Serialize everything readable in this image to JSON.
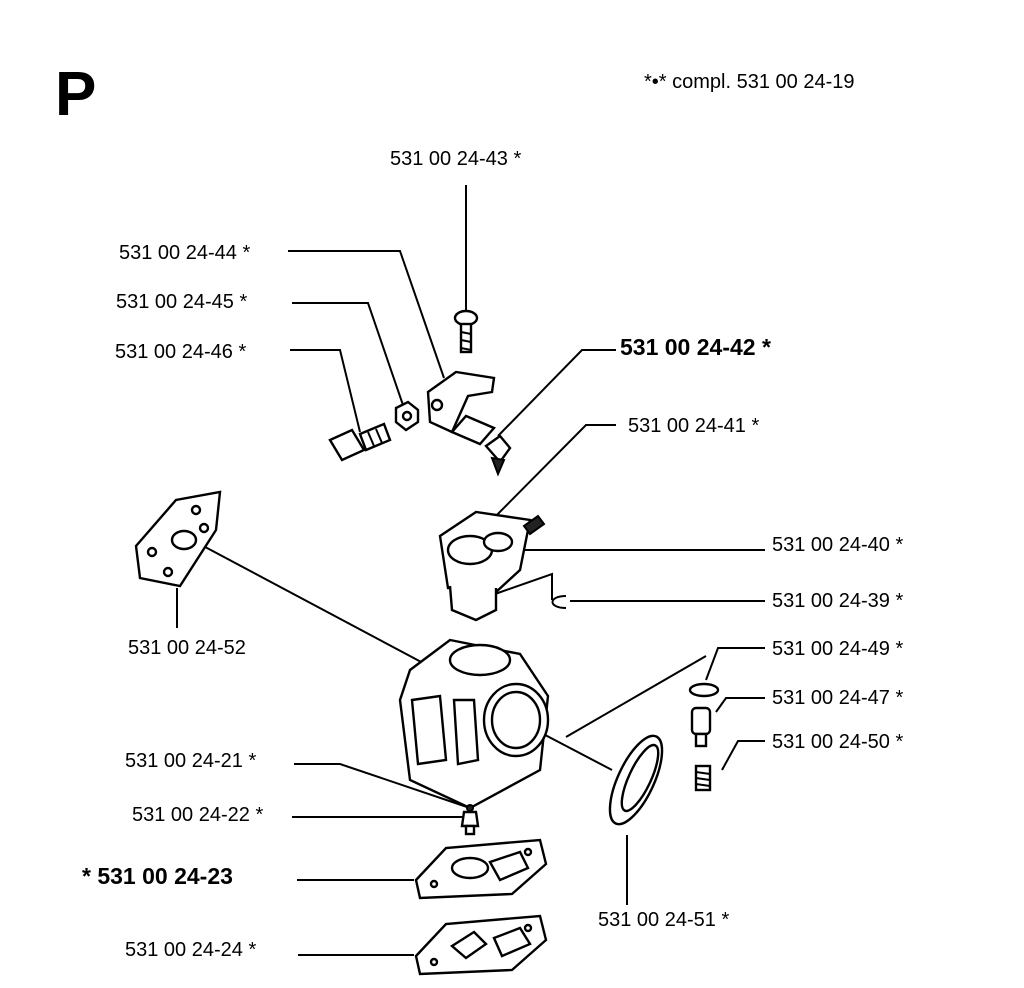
{
  "section_letter": "P",
  "legend": "*•* compl. 531 00 24-19",
  "parts": {
    "p43": "531 00 24-43 *",
    "p44": "531 00 24-44 *",
    "p45": "531 00 24-45 *",
    "p46": "531 00 24-46 *",
    "p42": "531 00 24-42 *",
    "p41": "531 00 24-41 *",
    "p40": "531 00 24-40 *",
    "p39": "531 00 24-39 *",
    "p52": "531 00 24-52",
    "p49": "531 00 24-49 *",
    "p47": "531 00 24-47 *",
    "p50": "531 00 24-50 *",
    "p21": "531 00 24-21 *",
    "p22": "531 00 24-22 *",
    "p23": "* 531 00 24-23",
    "p51": "531 00 24-51 *",
    "p24": "531 00 24-24 *"
  }
}
